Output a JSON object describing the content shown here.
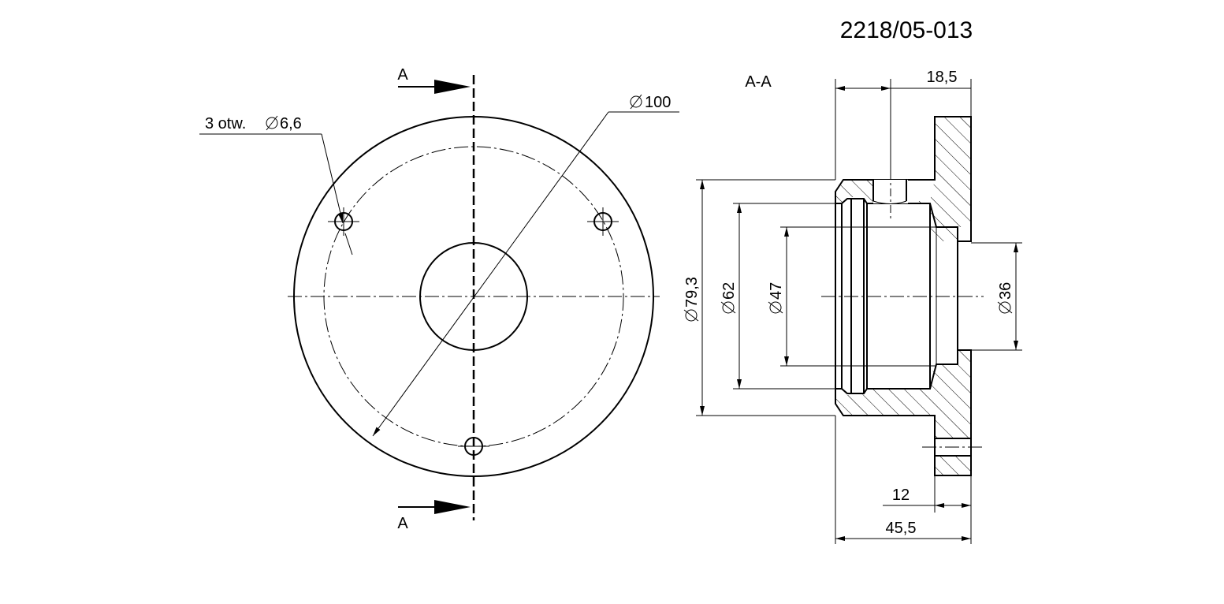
{
  "drawing_number": "2218/05-013",
  "section_title": "A-A",
  "section_marker_top": "A",
  "section_marker_bottom": "A",
  "front_view": {
    "holes_note": "3 otw.",
    "holes_dim": "6,6",
    "outer_dim": "100"
  },
  "section_view": {
    "dim_top": "18,5",
    "dim_outer": "79,3",
    "dim_62": "62",
    "dim_47": "47",
    "dim_36": "36",
    "dim_12": "12",
    "dim_overall": "45,5"
  }
}
